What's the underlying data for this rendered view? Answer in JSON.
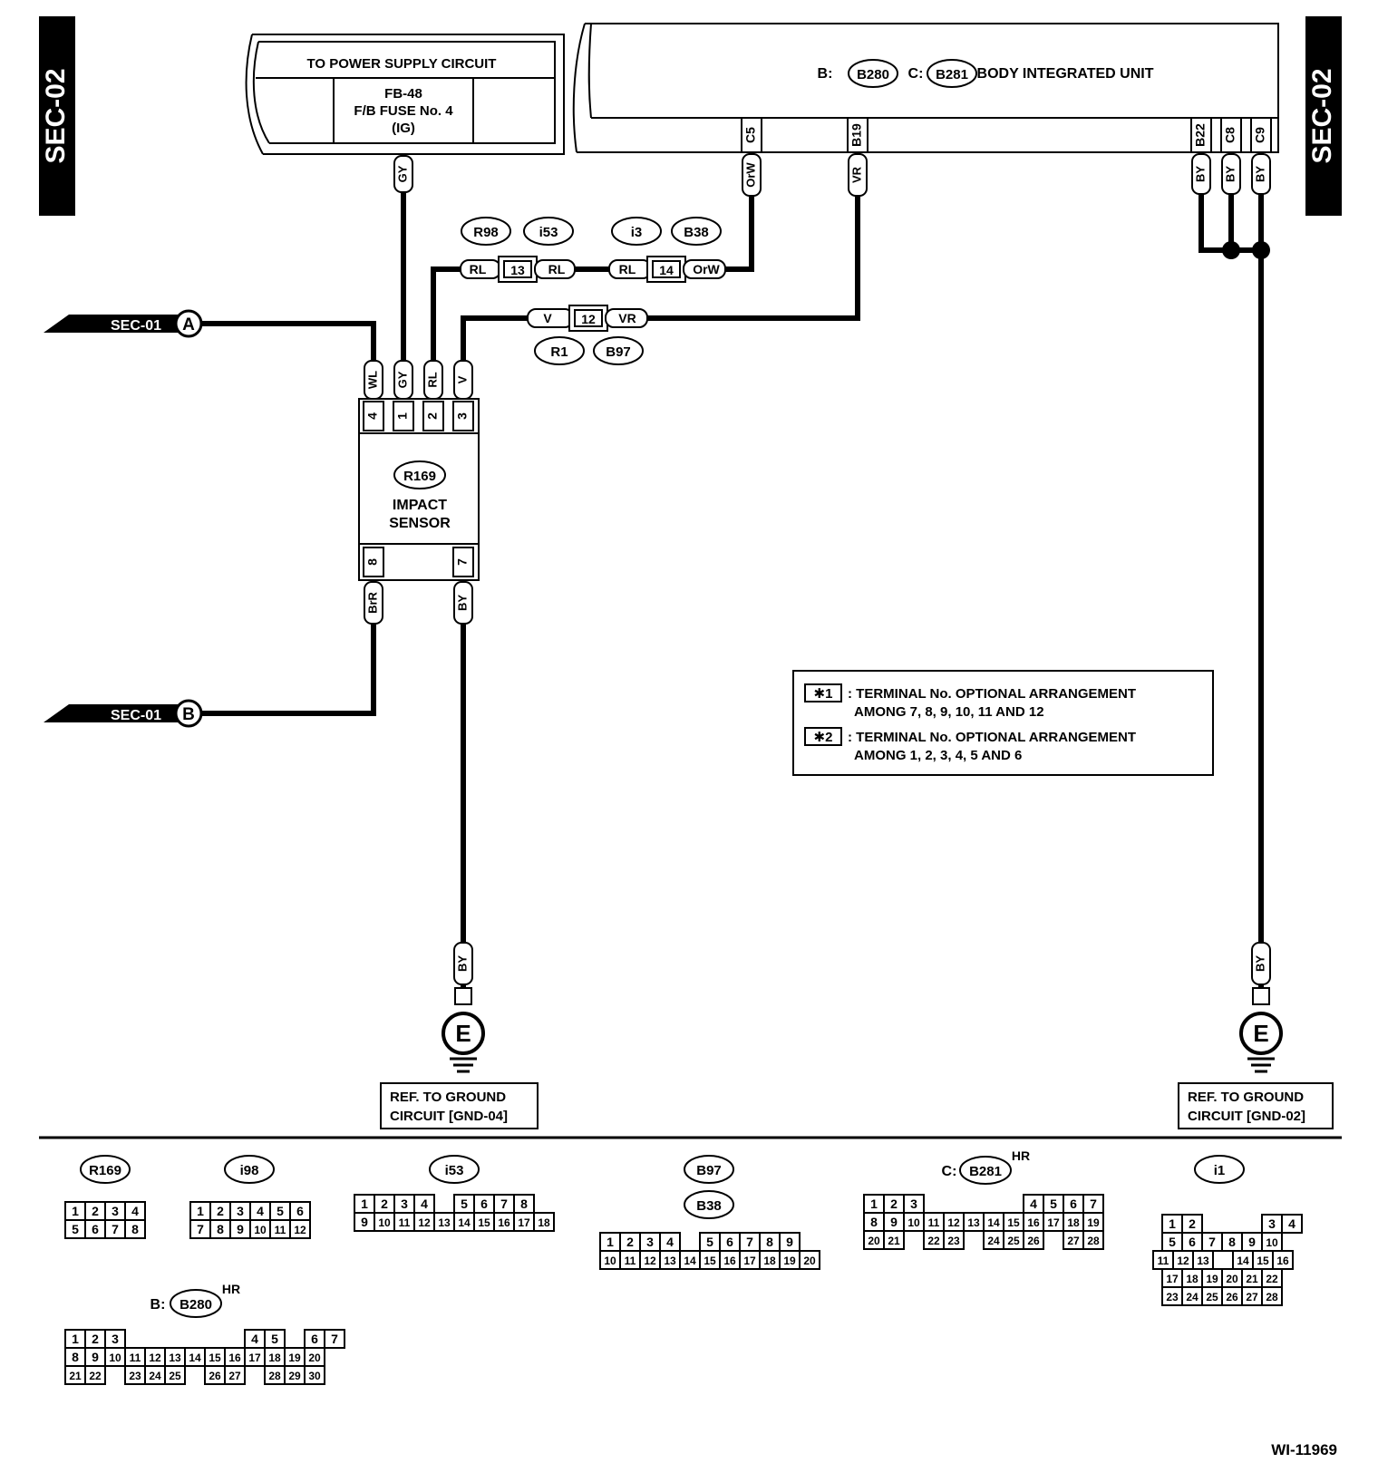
{
  "side_tabs": {
    "left": "SEC-02",
    "right": "SEC-02"
  },
  "power_supply": {
    "title": "TO POWER SUPPLY CIRCUIT",
    "fuse_line1": "FB-48",
    "fuse_line2": "F/B FUSE No. 4",
    "fuse_line3": "(IG)"
  },
  "body_unit": {
    "label_b": "B:",
    "connector_b": "B280",
    "label_c": "C:",
    "connector_c": "B281",
    "name": "BODY INTEGRATED UNIT",
    "pins": [
      "C5",
      "B19",
      "B22",
      "C8",
      "C9"
    ]
  },
  "wire_colors": {
    "gy": "GY",
    "orw": "OrW",
    "vr": "VR",
    "by": "BY",
    "rl": "RL",
    "v": "V",
    "wl": "WL",
    "brr": "BrR"
  },
  "inline_connectors": {
    "c13": {
      "left_id": "R98",
      "right_id": "i53",
      "pin": "13"
    },
    "c14": {
      "left_id": "i3",
      "right_id": "B38",
      "pin": "14"
    },
    "c12": {
      "left_id": "R1",
      "right_id": "B97",
      "pin": "12"
    }
  },
  "sec01_refs": {
    "label": "SEC-01",
    "a": "A",
    "b": "B"
  },
  "impact_sensor": {
    "connector": "R169",
    "name_line1": "IMPACT",
    "name_line2": "SENSOR",
    "top_pins": [
      "4",
      "1",
      "2",
      "3"
    ],
    "bottom_pins": [
      "8",
      "7"
    ]
  },
  "legend": {
    "mark1": "✱1",
    "text1_line1": ": TERMINAL No. OPTIONAL ARRANGEMENT",
    "text1_line2": "AMONG 7, 8, 9, 10, 11 AND 12",
    "mark2": "✱2",
    "text2_line1": ": TERMINAL No. OPTIONAL ARRANGEMENT",
    "text2_line2": "AMONG 1, 2, 3, 4, 5 AND 6"
  },
  "grounds": {
    "symbol": "E",
    "left_line1": "REF. TO GROUND",
    "left_line2": "CIRCUIT [GND-04]",
    "right_line1": "REF. TO GROUND",
    "right_line2": "CIRCUIT [GND-02]"
  },
  "connector_faces": {
    "r169": {
      "id": "R169",
      "rows": [
        [
          "1",
          "2",
          "3",
          "4"
        ],
        [
          "5",
          "6",
          "7",
          "8"
        ]
      ]
    },
    "i98": {
      "id": "i98",
      "rows": [
        [
          "1",
          "2",
          "3",
          "4",
          "5",
          "6"
        ],
        [
          "7",
          "8",
          "9",
          "10",
          "11",
          "12"
        ]
      ]
    },
    "i53": {
      "id": "i53",
      "rows": [
        [
          "1",
          "2",
          "3",
          "4",
          "",
          "5",
          "6",
          "7",
          "8"
        ],
        [
          "9",
          "10",
          "11",
          "12",
          "13",
          "14",
          "15",
          "16",
          "17",
          "18"
        ]
      ]
    },
    "b97": {
      "id": "B97",
      "id2": "B38",
      "rows": [
        [
          "1",
          "2",
          "3",
          "4",
          "",
          "5",
          "6",
          "7",
          "8",
          "9"
        ],
        [
          "10",
          "11",
          "12",
          "13",
          "14",
          "15",
          "16",
          "17",
          "18",
          "19",
          "20"
        ]
      ]
    },
    "b281": {
      "prefix": "C:",
      "id": "B281",
      "tag": "HR",
      "rows": [
        [
          "1",
          "2",
          "3",
          "",
          "",
          "",
          "",
          "",
          "4",
          "5",
          "6",
          "7"
        ],
        [
          "8",
          "9",
          "10",
          "11",
          "12",
          "13",
          "14",
          "15",
          "16",
          "17",
          "18",
          "19"
        ],
        [
          "20",
          "21",
          "",
          "22",
          "23",
          "",
          "24",
          "25",
          "26",
          "",
          "27",
          "28"
        ]
      ]
    },
    "i1": {
      "id": "i1",
      "rows": [
        [
          "1",
          "2",
          "",
          "",
          "",
          "3",
          "4"
        ],
        [
          "5",
          "6",
          "7",
          "8",
          "9",
          "10"
        ],
        [
          "11",
          "12",
          "13",
          "",
          "14",
          "15",
          "16"
        ],
        [
          "17",
          "18",
          "19",
          "20",
          "21",
          "22"
        ],
        [
          "23",
          "24",
          "25",
          "26",
          "27",
          "28"
        ]
      ]
    },
    "b280": {
      "prefix": "B:",
      "id": "B280",
      "tag": "HR",
      "rows": [
        [
          "1",
          "2",
          "3",
          "",
          "",
          "",
          "",
          "",
          "",
          "4",
          "5",
          "",
          "6",
          "7"
        ],
        [
          "8",
          "9",
          "10",
          "11",
          "12",
          "13",
          "14",
          "15",
          "16",
          "17",
          "18",
          "19",
          "20"
        ],
        [
          "21",
          "22",
          "",
          "23",
          "24",
          "25",
          "",
          "26",
          "27",
          "",
          "28",
          "29",
          "30"
        ]
      ]
    }
  },
  "figure_id": "WI-11969"
}
